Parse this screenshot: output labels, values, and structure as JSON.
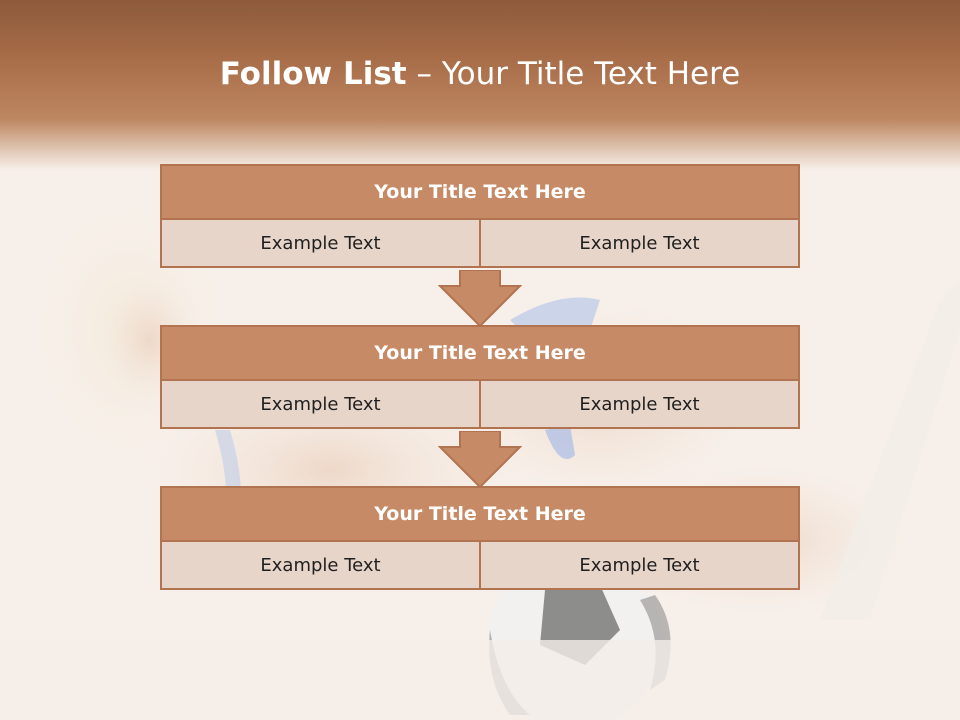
{
  "slide": {
    "title_bold": "Follow List",
    "title_rest": " – Your Title Text Here"
  },
  "steps": [
    {
      "title": "Your Title Text Here",
      "left": "Example Text",
      "right": "Example Text"
    },
    {
      "title": "Your Title Text Here",
      "left": "Example Text",
      "right": "Example Text"
    },
    {
      "title": "Your Title Text Here",
      "left": "Example Text",
      "right": "Example Text"
    }
  ],
  "colors": {
    "header_top": "#8c5a3b",
    "box_head": "#c68b66",
    "box_border": "#b27350",
    "cell_fill": "#e8d5ca"
  }
}
